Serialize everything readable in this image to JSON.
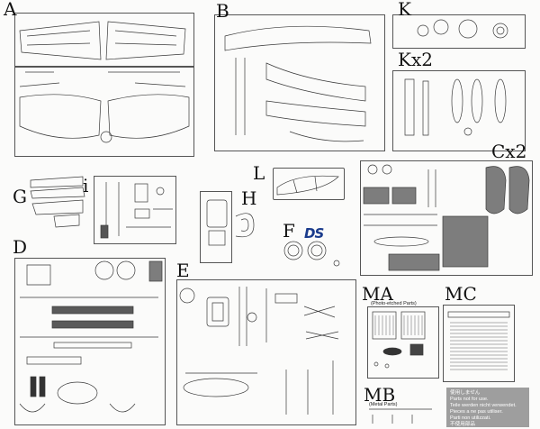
{
  "sprues": {
    "A": "A",
    "B": "B",
    "K": "K",
    "Kx2": "Kx2",
    "Cx2": "Cx2",
    "L": "L",
    "G": "G",
    "i": "i",
    "H": "H",
    "F": "F",
    "D": "D",
    "E": "E",
    "MA": "MA",
    "MC": "MC",
    "MB": "MB"
  },
  "MA_note": "(Photo-etched Parts)",
  "MB_note": "(Metal Parts)",
  "F_logo": "DS",
  "notice_lines": [
    "使用しません",
    "Parts not for use.",
    "Teile werden nicht verwendet.",
    "Pieces a ne pas utiliser.",
    "Parti non utilizzati.",
    "不使用部品"
  ],
  "colors": {
    "line": "#3a3a3a",
    "unused_fill": "#7d7d7d",
    "logo": "#1a3b8c",
    "notice_bg": "#9e9e9e"
  }
}
